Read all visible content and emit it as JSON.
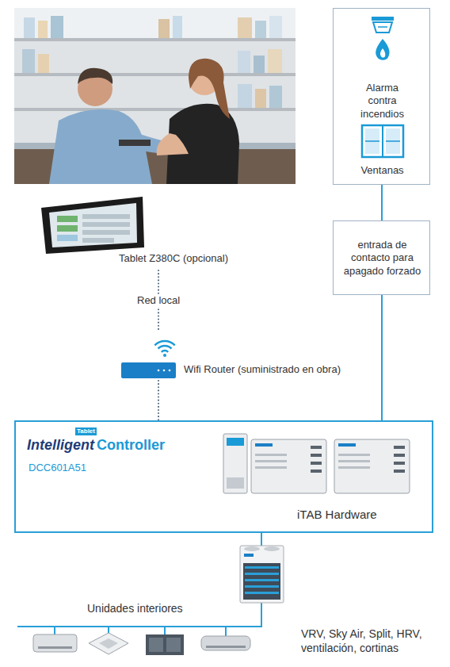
{
  "diagram": {
    "nodes": [
      {
        "text": [
          "Alarma contra incendios",
          "Ventanas"
        ]
      },
      {
        "text": [
          "entrada de contacto para apagado forzado"
        ]
      },
      {
        "text": [
          "Tablet Z380C (opcional)"
        ]
      },
      {
        "text": [
          "Wifi Router (suministrado en obra)"
        ]
      },
      {
        "text": [
          "Tablet",
          "Intelligent",
          "Controller",
          "DCC601A51",
          "iTAB Hardware"
        ]
      },
      {
        "text": [
          "Unidades interiores"
        ]
      }
    ],
    "edges": [
      {
        "from": 0,
        "to": 1,
        "arrow": "none"
      },
      {
        "from": 1,
        "to": 4,
        "arrow": "none"
      },
      {
        "from": 2,
        "to": 3,
        "label": "Red local",
        "arrow": "none"
      },
      {
        "from": 3,
        "to": 4,
        "arrow": "none"
      },
      {
        "from": 4,
        "to": 5,
        "arrow": "none"
      }
    ],
    "labels": [
      "VRV, Sky Air, Split, HRV, ventilación, cortinas"
    ]
  }
}
